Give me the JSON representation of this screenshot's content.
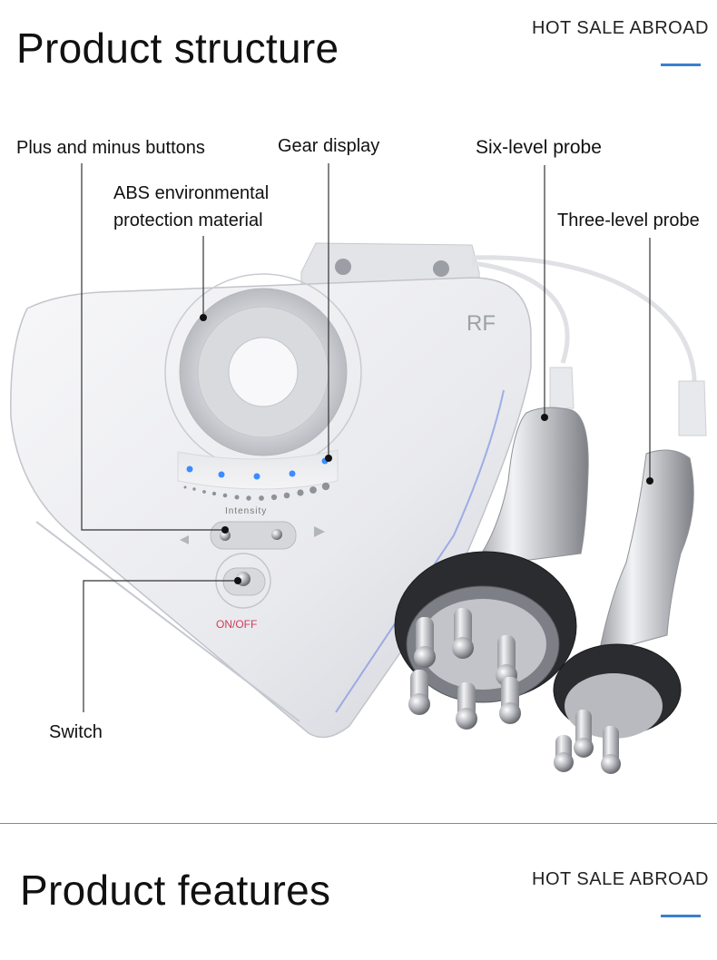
{
  "header": {
    "title": "Product structure",
    "tag": "HOT SALE ABROAD"
  },
  "device": {
    "brand": "RF",
    "intensity_label": "Intensity",
    "power_label": "ON/OFF",
    "level_lights_on": 5
  },
  "callouts": {
    "plus_minus": "Plus and minus buttons",
    "gear_display": "Gear display",
    "material_line1": "ABS environmental",
    "material_line2": "protection material",
    "six_level": "Six-level probe",
    "three_level": "Three-level probe",
    "switch": "Switch"
  },
  "footer": {
    "title": "Product features",
    "tag": "HOT SALE ABROAD"
  },
  "colors": {
    "accent": "#3a7fd0",
    "led": "#3c8cff",
    "power_text": "#d23a5a"
  }
}
